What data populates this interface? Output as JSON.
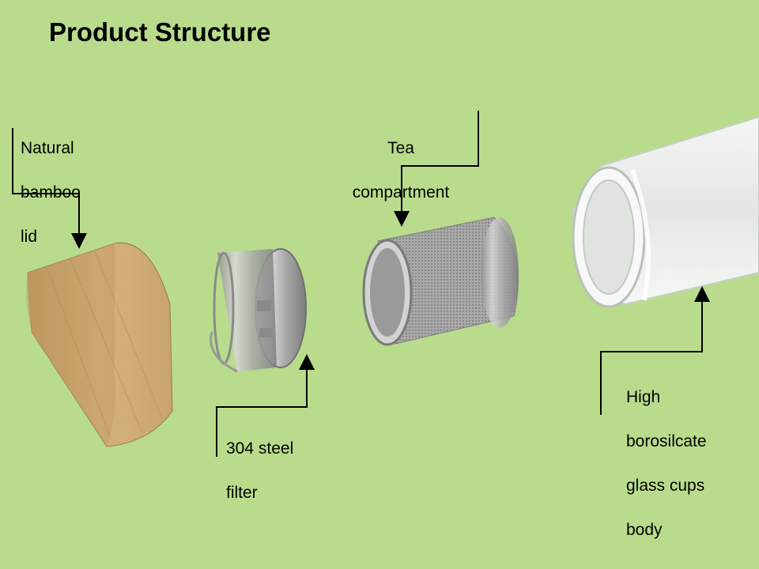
{
  "title": "Product Structure",
  "labels": {
    "bamboo_lid": [
      "Natural",
      "bamboo",
      "lid"
    ],
    "steel_filter": [
      "304 steel",
      "filter"
    ],
    "tea_compartment": [
      "Tea",
      "compartment"
    ],
    "glass_body": [
      "High",
      "borosilcate",
      "glass cups",
      "body"
    ]
  },
  "colors": {
    "background": "#b9dc8c",
    "bamboo": "#c9a46a",
    "steel": "#b5b5b5",
    "glass": "#eef1ee"
  }
}
